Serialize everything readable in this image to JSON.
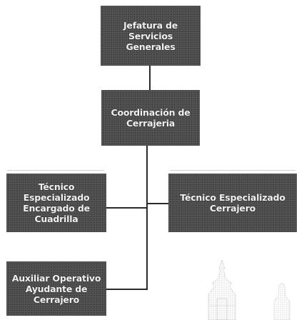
{
  "nodes": {
    "jefatura": "Jefatura de Servicios\nGenerales",
    "coordinacion": "Coordinación de\nCerrajeria",
    "cuadrilla": "Técnico Especializado\nEncargado de\nCuadrilla",
    "cerrajero": "Técnico Especializado\nCerrajero",
    "auxiliar": "Auxiliar Operativo\nAyudante de\nCerrajero"
  }
}
